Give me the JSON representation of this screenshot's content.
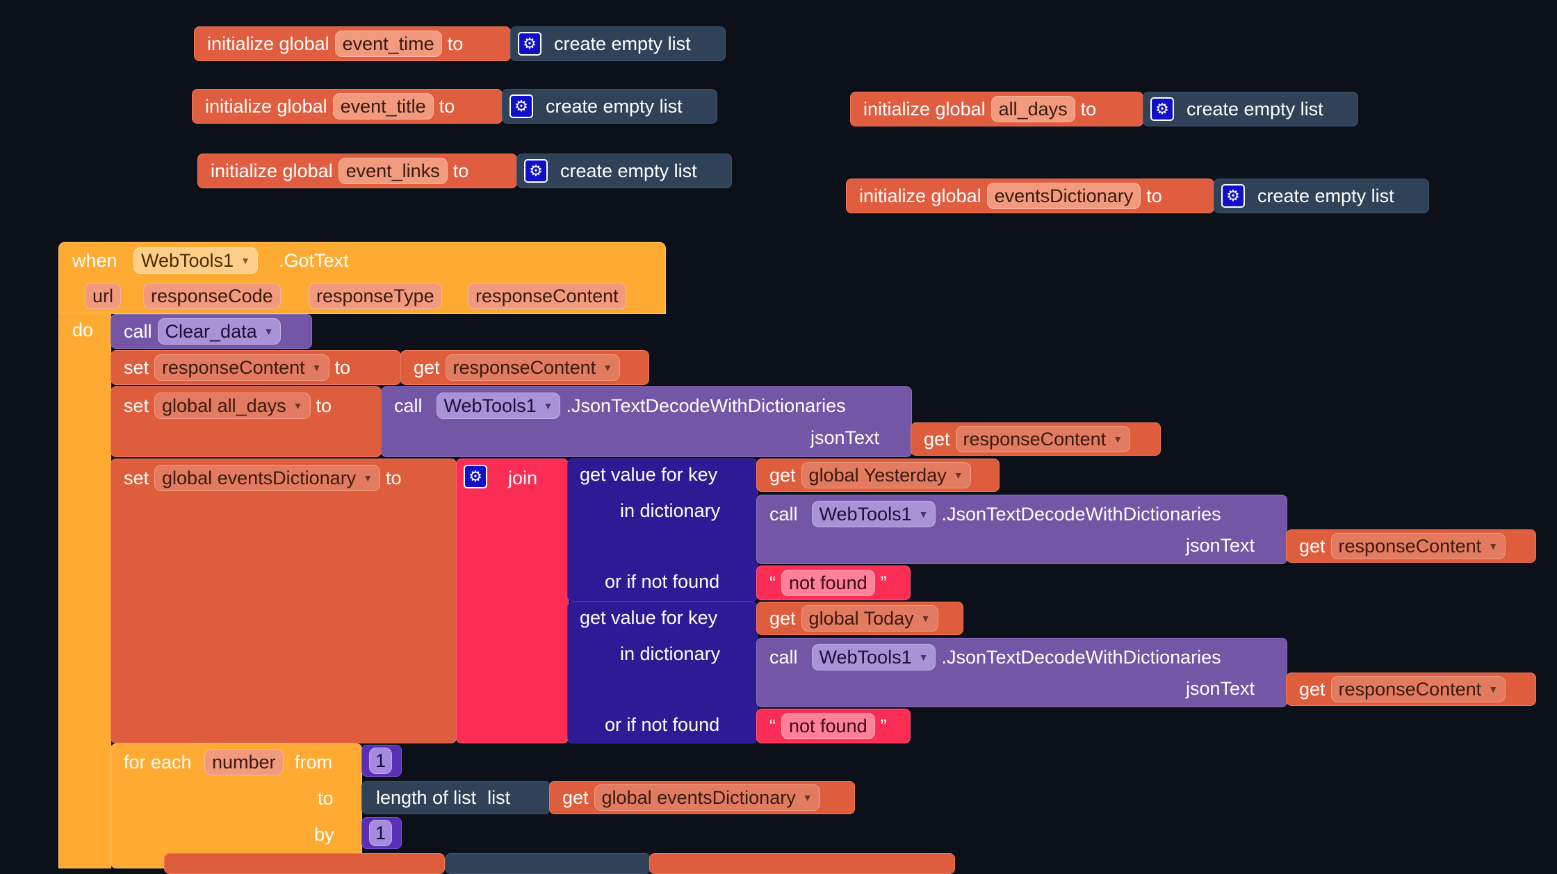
{
  "globals": [
    {
      "keyword": "initialize global",
      "name": "event_time",
      "to": "to",
      "value": "create empty list"
    },
    {
      "keyword": "initialize global",
      "name": "event_title",
      "to": "to",
      "value": "create empty list"
    },
    {
      "keyword": "initialize global",
      "name": "event_links",
      "to": "to",
      "value": "create empty list"
    },
    {
      "keyword": "initialize global",
      "name": "all_days",
      "to": "to",
      "value": "create empty list"
    },
    {
      "keyword": "initialize global",
      "name": "eventsDictionary",
      "to": "to",
      "value": "create empty list"
    }
  ],
  "event": {
    "when": "when",
    "component": "WebTools1",
    "event_name": ".GotText",
    "params": [
      "url",
      "responseCode",
      "responseType",
      "responseContent"
    ],
    "do": "do"
  },
  "stmts": {
    "call1": {
      "call": "call",
      "proc": "Clear_data"
    },
    "set1": {
      "set": "set",
      "var": "responseContent",
      "to": "to",
      "get": "get",
      "get_var": "responseContent"
    },
    "set2": {
      "set": "set",
      "var": "global all_days",
      "to": "to",
      "call": "call",
      "comp": "WebTools1",
      "method": ".JsonTextDecodeWithDictionaries",
      "arg": "jsonText",
      "get": "get",
      "get_var": "responseContent"
    },
    "set3": {
      "set": "set",
      "var": "global eventsDictionary",
      "to": "to",
      "join": "join"
    },
    "lookup1": {
      "get_value": "get value for key",
      "get": "get",
      "key": "global Yesterday",
      "in_dict": "in dictionary",
      "call": "call",
      "comp": "WebTools1",
      "method": ".JsonTextDecodeWithDictionaries",
      "arg": "jsonText",
      "get2": "get",
      "get_var": "responseContent",
      "not_found_label": "or if not found",
      "quote_open": "“",
      "quote_close": "”",
      "not_found": "not found"
    },
    "lookup2": {
      "get_value": "get value for key",
      "get": "get",
      "key": "global Today",
      "in_dict": "in dictionary",
      "call": "call",
      "comp": "WebTools1",
      "method": ".JsonTextDecodeWithDictionaries",
      "arg": "jsonText",
      "get2": "get",
      "get_var": "responseContent",
      "not_found_label": "or if not found",
      "quote_open": "“",
      "quote_close": "”",
      "not_found": "not found"
    },
    "foreach": {
      "for_each": "for each",
      "var": "number",
      "from": "from",
      "from_val": "1",
      "to": "to",
      "length": "length of list",
      "list": "list",
      "get": "get",
      "get_var": "global eventsDictionary",
      "by": "by",
      "by_val": "1"
    }
  }
}
